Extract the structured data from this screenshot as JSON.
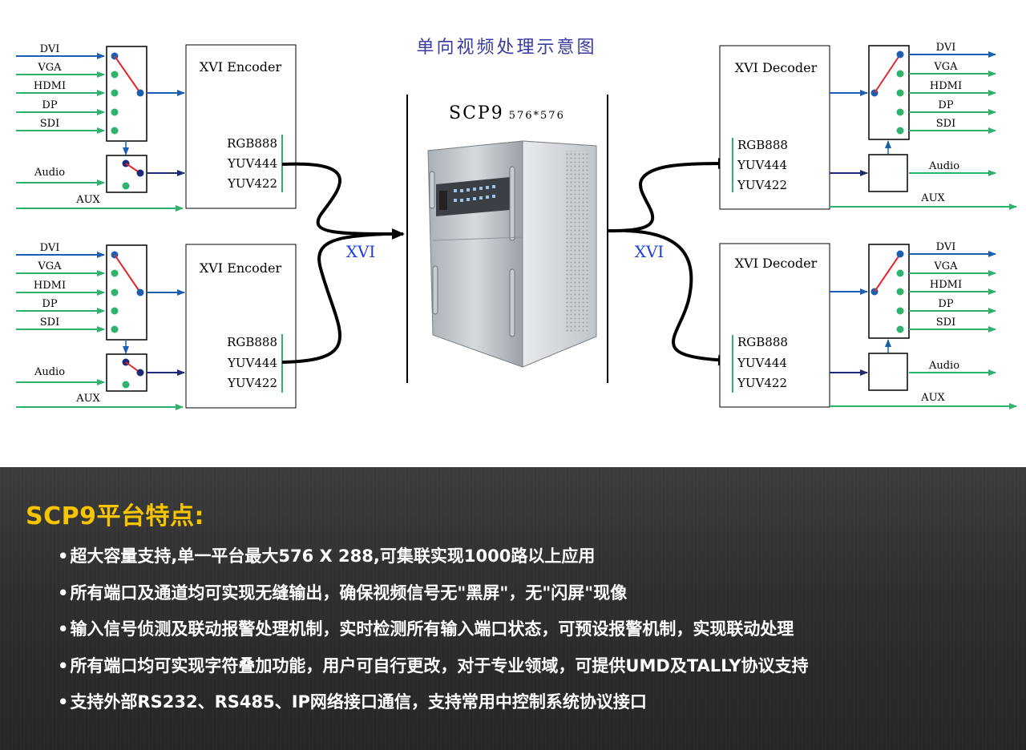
{
  "diagram": {
    "title": "单向视频处理示意图",
    "device_name": "SCP9",
    "device_resolution": "576*576",
    "link_label": "XVI",
    "encoder_label": "XVI Encoder",
    "decoder_label": "XVI Decoder",
    "inputs": [
      "DVI",
      "VGA",
      "HDMI",
      "DP",
      "SDI"
    ],
    "formats": [
      "RGB888",
      "YUV444",
      "YUV422"
    ],
    "audio_label": "Audio",
    "aux_label": "AUX"
  },
  "features": {
    "title": "SCP9平台特点:",
    "items": [
      "超大容量支持,单一平台最大576 X 288,可集联实现1000路以上应用",
      "所有端口及通道均可实现无缝输出，确保视频信号无\"黑屏\"，无\"闪屏\"现像",
      "输入信号侦测及联动报警处理机制，实时检测所有输入端口状态，可预设报警机制，实现联动处理",
      "所有端口均可实现字符叠加功能，用户可自行更改，对于专业领域，可提供UMD及TALLY协议支持",
      "支持外部RS232、RS485、IP网络接口通信，支持常用中控制系统协议接口"
    ],
    "bullet": "•"
  },
  "colors": {
    "green": "#2db36b",
    "blue": "#1a5fb4",
    "navy": "#1e2a78",
    "title_blue": "#3a3aa0",
    "link_blue": "#1f3fd6",
    "yellow": "#f6c500"
  }
}
